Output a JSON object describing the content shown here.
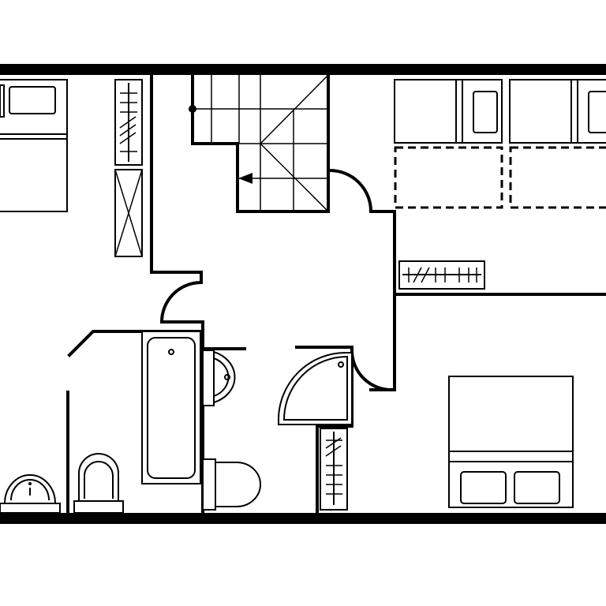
{
  "plan": {
    "description_type": "floor-plan",
    "rooms": [
      "bedroom-left",
      "hallway",
      "bathroom",
      "bedroom-top-right",
      "bedroom-bottom-right",
      "staircase"
    ],
    "colors": {
      "wall": "#000000",
      "background": "#ffffff"
    }
  }
}
